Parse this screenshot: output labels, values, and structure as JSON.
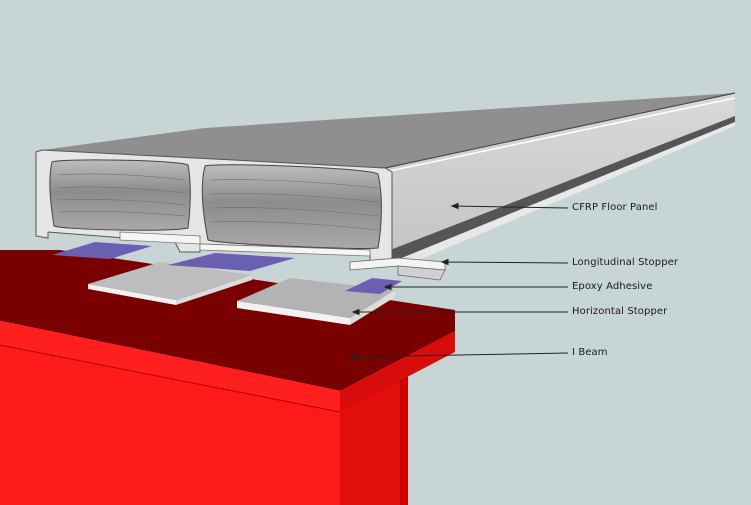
{
  "labels": {
    "panel": "CFRP Floor Panel",
    "longitudinal": "Longitudinal Stopper",
    "epoxy": "Epoxy Adhesive",
    "horizontal": "Horizontal Stopper",
    "ibeam": "I Beam"
  },
  "colors": {
    "background": "#c7d5d7",
    "beam_red": "#ff1a1a",
    "beam_dark": "#7a0000",
    "panel_top": "#8f8f8f",
    "panel_side": "#cfcfcf",
    "stopper": "#d6d6d6",
    "epoxy": "#6a5fb0"
  }
}
